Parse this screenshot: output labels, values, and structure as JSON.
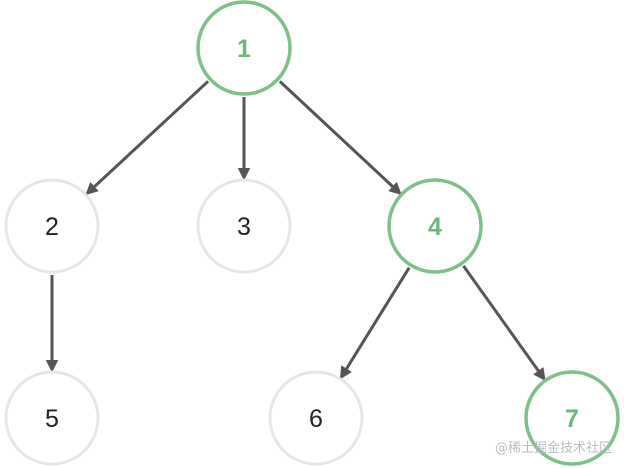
{
  "tree": {
    "nodes": [
      {
        "id": "1",
        "label": "1",
        "highlighted": true
      },
      {
        "id": "2",
        "label": "2",
        "highlighted": false
      },
      {
        "id": "3",
        "label": "3",
        "highlighted": false
      },
      {
        "id": "4",
        "label": "4",
        "highlighted": true
      },
      {
        "id": "5",
        "label": "5",
        "highlighted": false
      },
      {
        "id": "6",
        "label": "6",
        "highlighted": false
      },
      {
        "id": "7",
        "label": "7",
        "highlighted": true
      }
    ],
    "edges": [
      {
        "from": "1",
        "to": "2"
      },
      {
        "from": "1",
        "to": "3"
      },
      {
        "from": "1",
        "to": "4"
      },
      {
        "from": "2",
        "to": "5"
      },
      {
        "from": "4",
        "to": "6"
      },
      {
        "from": "4",
        "to": "7"
      }
    ]
  },
  "colors": {
    "highlight_stroke": "#7ec08a",
    "highlight_text": "#6cb77a",
    "normal_stroke": "#e6e6e6",
    "normal_text": "#222222",
    "edge": "#555555"
  },
  "watermark": "@稀土掘金技术社区"
}
